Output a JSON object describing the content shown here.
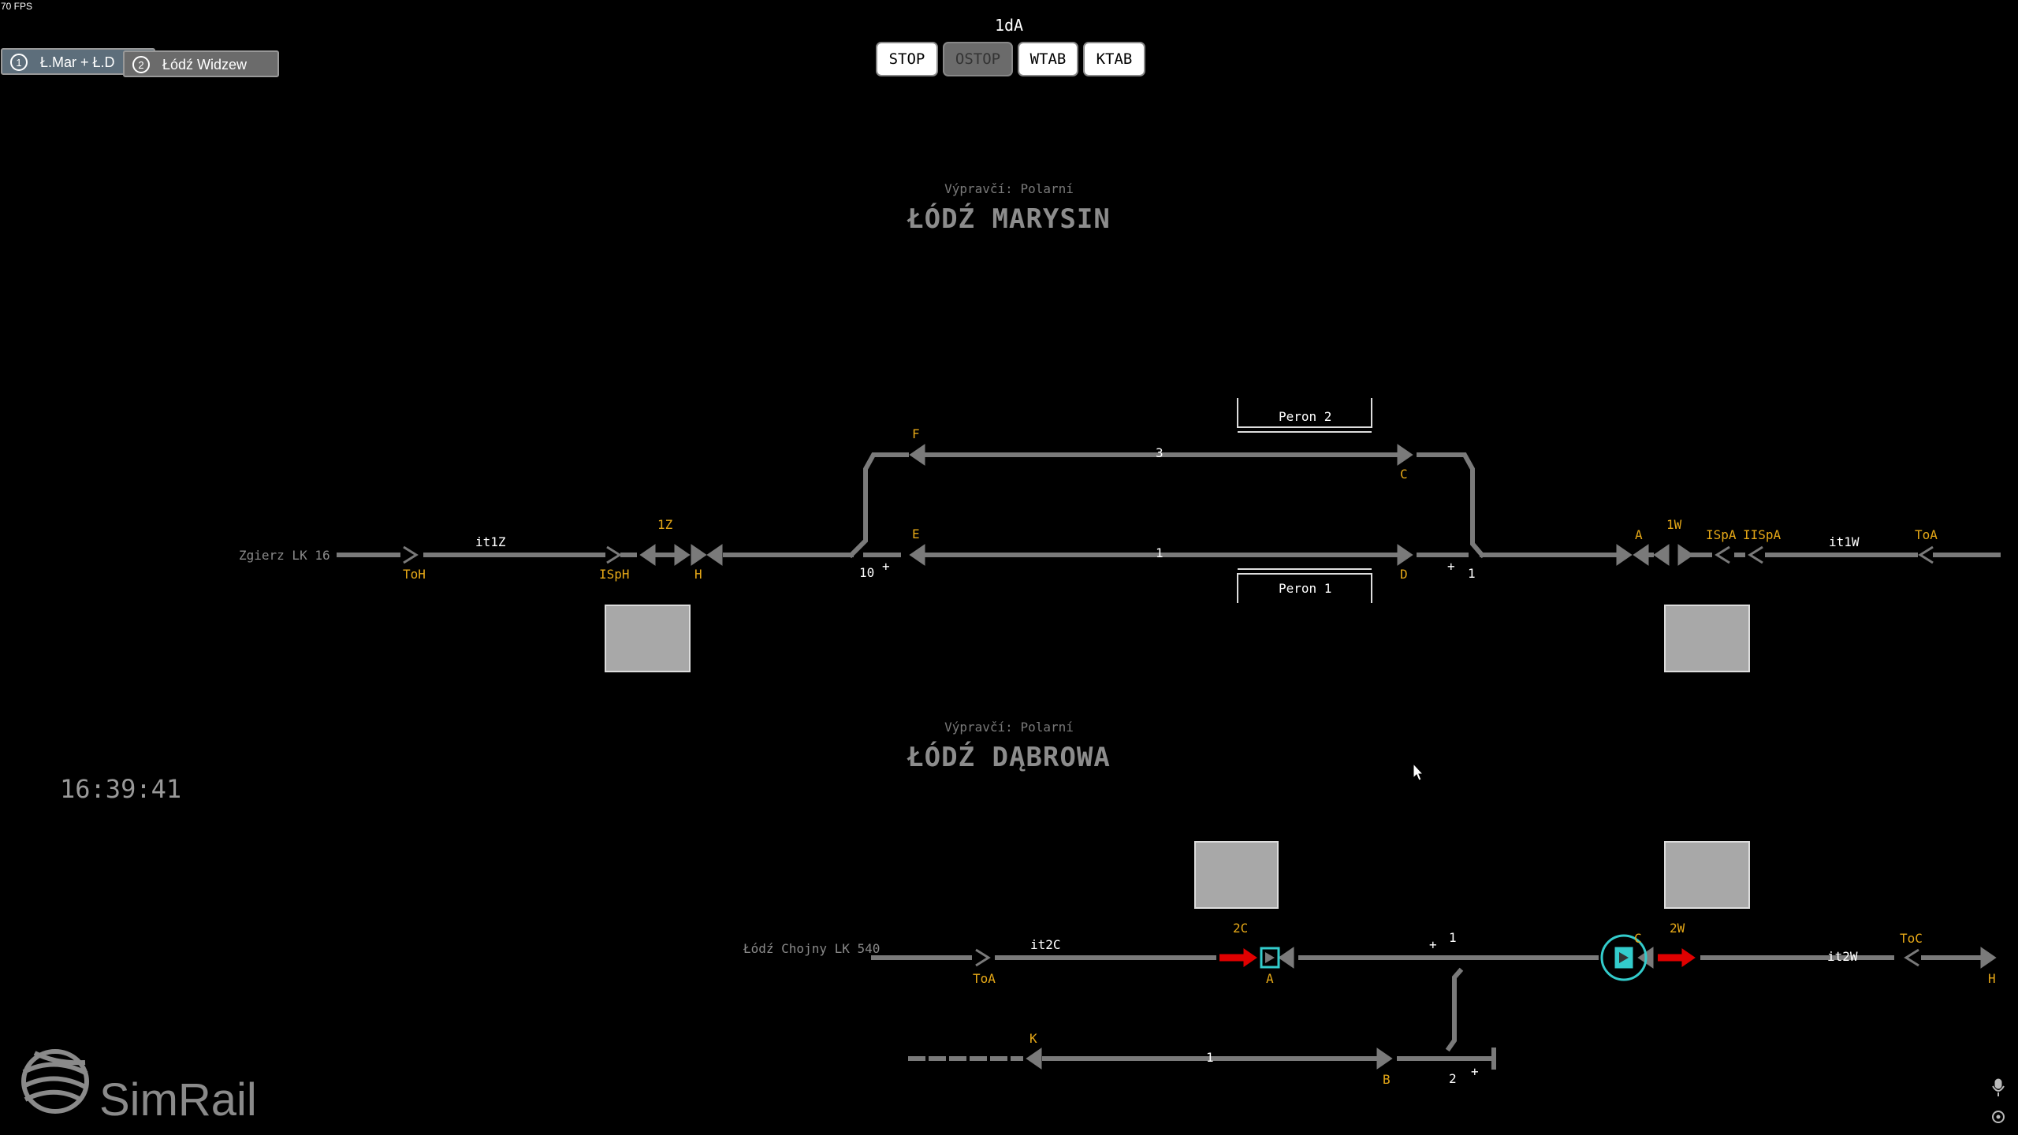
{
  "fps": "70 FPS",
  "tabs": [
    {
      "num": "1",
      "label": "Ł.Mar + Ł.D"
    },
    {
      "num": "2",
      "label": "Łódź Widzew"
    }
  ],
  "panel_title": "1dA",
  "buttons": [
    "STOP",
    "OSTOP",
    "WTAB",
    "KTAB"
  ],
  "clock": "16:39:41",
  "logo": "SimRail",
  "stations": {
    "marysin": {
      "dispatcher": "Výpravčí: Polarní",
      "name": "ŁÓDŹ MARYSIN",
      "line_label": "Zgierz LK 16",
      "platforms": [
        "Peron 2",
        "Peron 1"
      ],
      "labels": {
        "it1Z": "it1Z",
        "ToH": "ToH",
        "ISpH": "ISpH",
        "1Z": "1Z",
        "H": "H",
        "F": "F",
        "E": "E",
        "C": "C",
        "D": "D",
        "track3": "3",
        "track1": "1",
        "sw10": "10",
        "sw1": "1",
        "plus": "+",
        "A": "A",
        "1W": "1W",
        "ISpA": "ISpA",
        "IISpA": "IISpA",
        "it1W": "it1W",
        "ToA": "ToA"
      }
    },
    "dabrowa": {
      "dispatcher": "Výpravčí: Polarní",
      "name": "ŁÓDŹ DĄBROWA",
      "line_label": "Łódź Chojny LK 540",
      "labels": {
        "ToA": "ToA",
        "it2C": "it2C",
        "2C": "2C",
        "A": "A",
        "track1": "1",
        "plus": "+",
        "C": "C",
        "2W": "2W",
        "it2W": "it2W",
        "ToC": "ToC",
        "H": "H",
        "K": "K",
        "track1b": "1",
        "B": "B",
        "sw2": "2"
      }
    }
  },
  "colors": {
    "track": "#7a7a7a",
    "signal_label": "#e6a817",
    "red": "#e00000",
    "cyan": "#33cccc",
    "box": "#a8a8a8"
  },
  "icons": [
    "mic-icon",
    "settings-icon",
    "simrail-logo-icon",
    "mouse-cursor"
  ]
}
